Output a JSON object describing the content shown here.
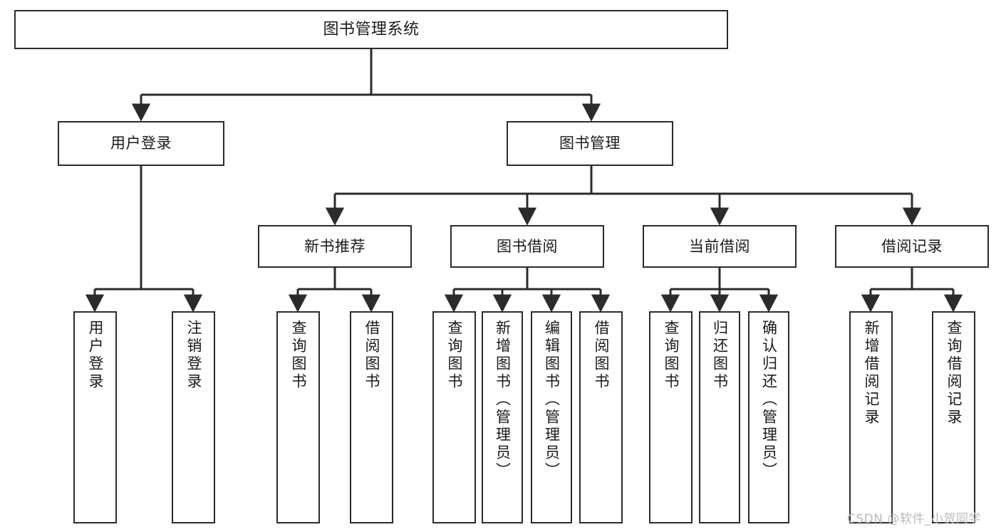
{
  "diagram": {
    "title": "图书管理系统",
    "type": "tree-hierarchy-chart",
    "colors": {
      "box_border": "#2b2b2b",
      "box_fill": "#ffffff",
      "edge": "#2b2b2b",
      "text": "#1a1a1a",
      "watermark": "#b9b9b9",
      "background": "#ffffff"
    }
  },
  "nodes": {
    "root": {
      "label": "图书管理系统"
    },
    "level2": [
      {
        "label": "用户登录"
      },
      {
        "label": "图书管理"
      }
    ],
    "level3": [
      {
        "label": "新书推荐"
      },
      {
        "label": "图书借阅"
      },
      {
        "label": "当前借阅"
      },
      {
        "label": "借阅记录"
      }
    ],
    "leaves": {
      "user_login": [
        {
          "label": "用户登录"
        },
        {
          "label": "注销登录"
        }
      ],
      "new_book_recommend": [
        {
          "label": "查询图书"
        },
        {
          "label": "借阅图书"
        }
      ],
      "book_borrow": [
        {
          "label": "查询图书"
        },
        {
          "label": "新增图书（管理员）"
        },
        {
          "label": "编辑图书（管理员）"
        },
        {
          "label": "借阅图书"
        }
      ],
      "current_borrow": [
        {
          "label": "查询图书"
        },
        {
          "label": "归还图书"
        },
        {
          "label": "确认归还（管理员）"
        }
      ],
      "borrow_record": [
        {
          "label": "新增借阅记录"
        },
        {
          "label": "查询借阅记录"
        }
      ]
    }
  },
  "watermark": {
    "text": "CSDN @软件_小贺同学"
  }
}
